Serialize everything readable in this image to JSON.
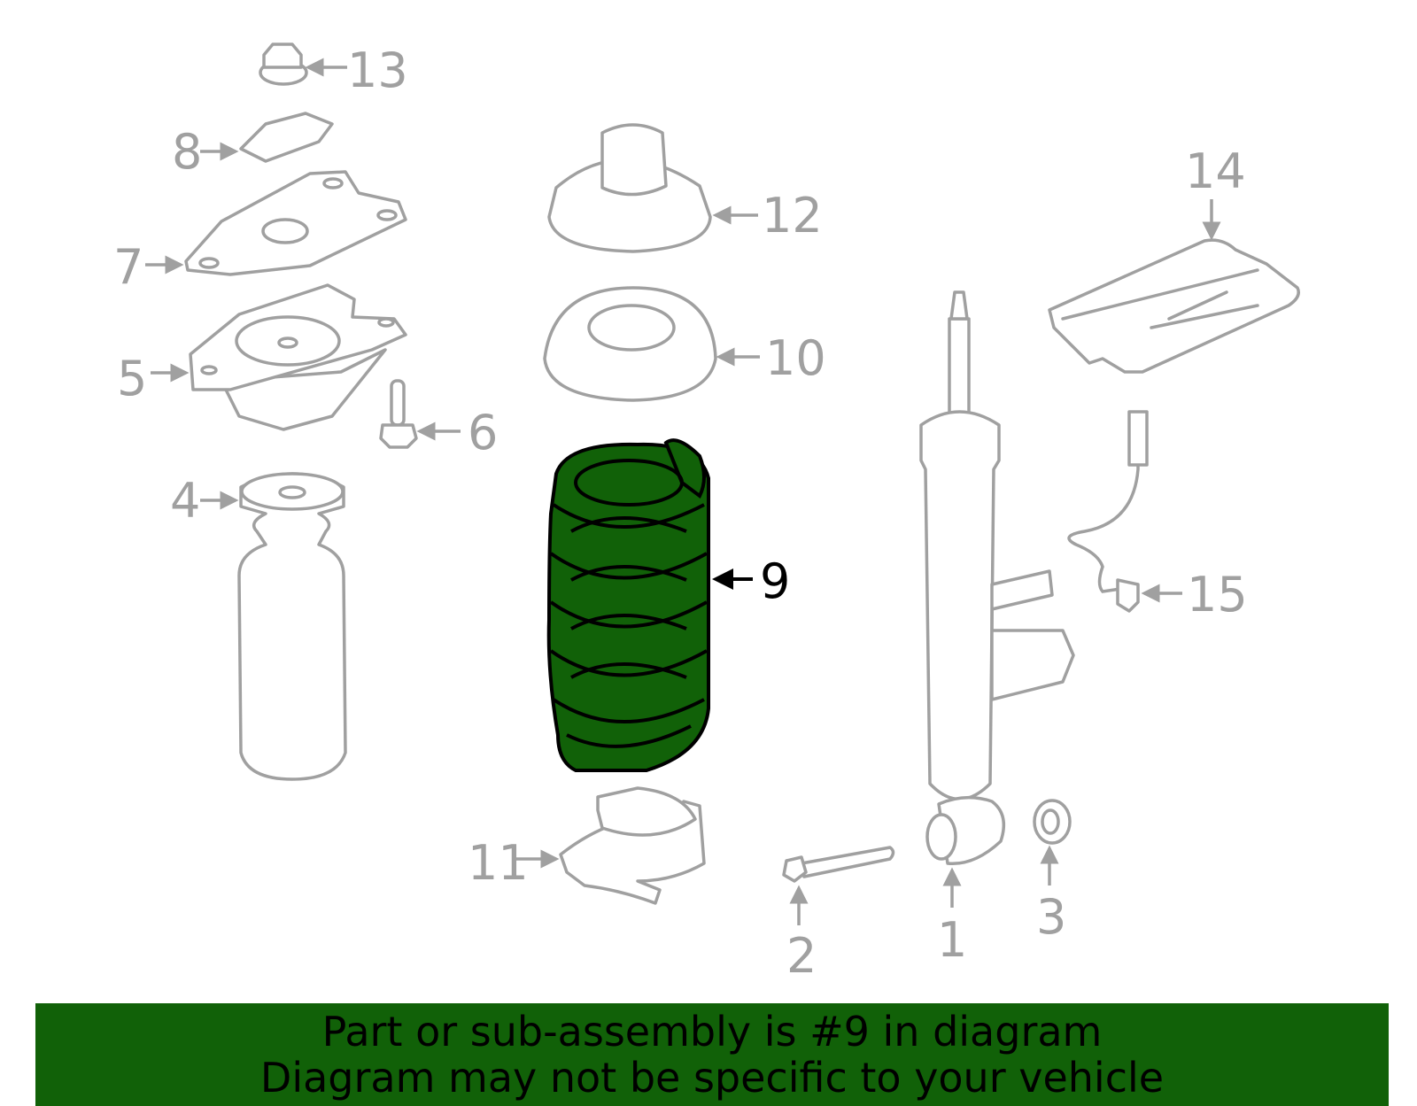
{
  "diagram": {
    "highlight_color": "#116108",
    "highlighted_part": "9",
    "callouts": [
      "1",
      "2",
      "3",
      "4",
      "5",
      "6",
      "7",
      "8",
      "9",
      "10",
      "11",
      "12",
      "13",
      "14",
      "15"
    ]
  },
  "banner": {
    "line1": "Part or sub-assembly is #9 in diagram",
    "line2": "Diagram may not be specific to your vehicle"
  }
}
